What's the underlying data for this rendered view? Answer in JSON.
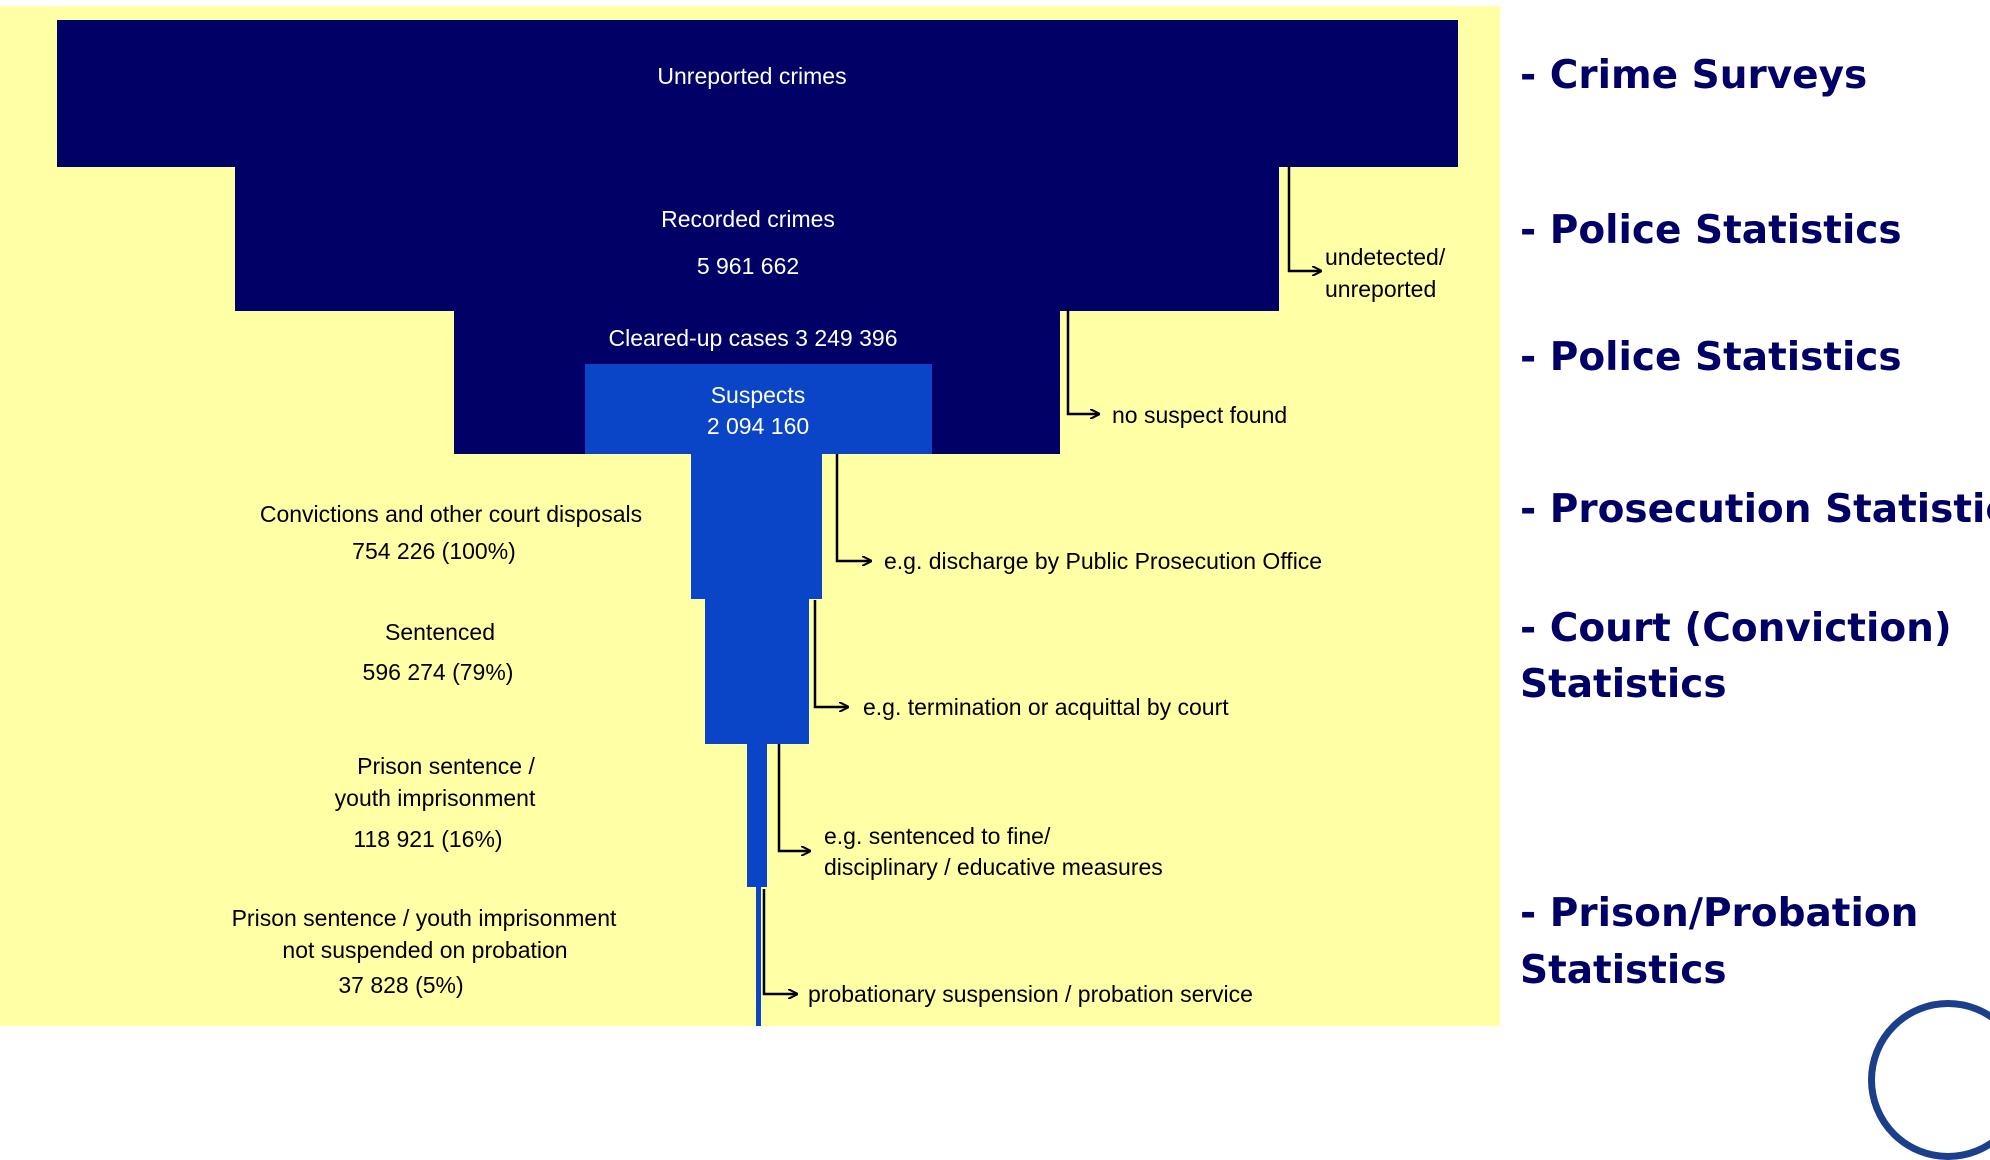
{
  "diagram": {
    "stages": {
      "unreported": {
        "label": "Unreported crimes"
      },
      "recorded": {
        "label": "Recorded crimes",
        "value": "5 961 662"
      },
      "cleared": {
        "label": "Cleared-up cases  3 249 396"
      },
      "suspects": {
        "label": "Suspects",
        "value": "2 094 160"
      },
      "convictions": {
        "label": "Convictions and other court disposals",
        "value": "754 226  (100%)"
      },
      "sentenced": {
        "label": "Sentenced",
        "value": "596 274  (79%)"
      },
      "prison": {
        "label_1": "Prison sentence /",
        "label_2": "youth imprisonment",
        "value": "118 921   (16%)"
      },
      "not_suspended": {
        "label_1": "Prison sentence / youth imprisonment",
        "label_2": "not suspended on probation",
        "value": "37 828  (5%)"
      }
    },
    "outflows": {
      "undetected_1": "undetected/",
      "undetected_2": "unreported",
      "no_suspect": "no suspect found",
      "discharge": "e.g. discharge by Public Prosecution Office",
      "termination": "e.g. termination or acquittal by court",
      "fine_1": "e.g. sentenced to fine/",
      "fine_2": "disciplinary / educative measures",
      "probation": "probationary suspension / probation service"
    }
  },
  "sources": {
    "crime_surveys": "- Crime Surveys",
    "police_1": "- Police Statistics",
    "police_2": "- Police Statistics",
    "prosecution": "- Prosecution Statistics",
    "court_1": "- Court (Conviction)",
    "court_2": "Statistics",
    "prison_1": "- Prison/Probation",
    "prison_2": "Statistics"
  },
  "colors": {
    "background": "#ffffa6",
    "dark_blue": "#000066",
    "medium_blue": "#0b45c7",
    "source_text": "#000066"
  },
  "icons": {
    "logo": "circular-emblem-icon"
  }
}
